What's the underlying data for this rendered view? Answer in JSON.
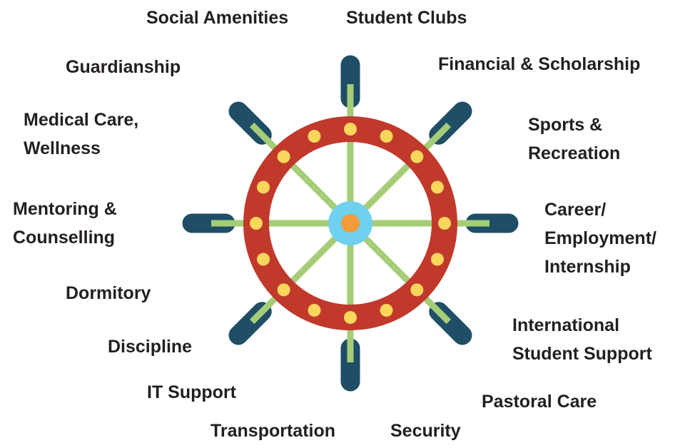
{
  "colors": {
    "rim": "#c0392b",
    "rim_dots": "#f9d65c",
    "spokes": "#a5cd78",
    "handles": "#1f4e66",
    "hub_outer": "#6fd0ef",
    "hub_inner": "#f29b38",
    "text": "#231f20"
  },
  "labels": {
    "social_amenities": [
      "Social Amenities"
    ],
    "student_clubs": [
      "Student Clubs"
    ],
    "guardianship": [
      "Guardianship"
    ],
    "financial_scholarship": [
      "Financial & Scholarship"
    ],
    "medical_care": [
      "Medical Care,",
      "Wellness"
    ],
    "sports_recreation": [
      "Sports &",
      "Recreation"
    ],
    "mentoring_counselling": [
      "Mentoring &",
      "Counselling"
    ],
    "career_employment": [
      "Career/",
      "Employment/",
      "Internship"
    ],
    "dormitory": [
      "Dormitory"
    ],
    "international_support": [
      "International",
      "Student Support"
    ],
    "discipline": [
      "Discipline"
    ],
    "it_support": [
      "IT Support"
    ],
    "pastoral_care": [
      "Pastoral Care"
    ],
    "transportation": [
      "Transportation"
    ],
    "security": [
      "Security"
    ]
  }
}
